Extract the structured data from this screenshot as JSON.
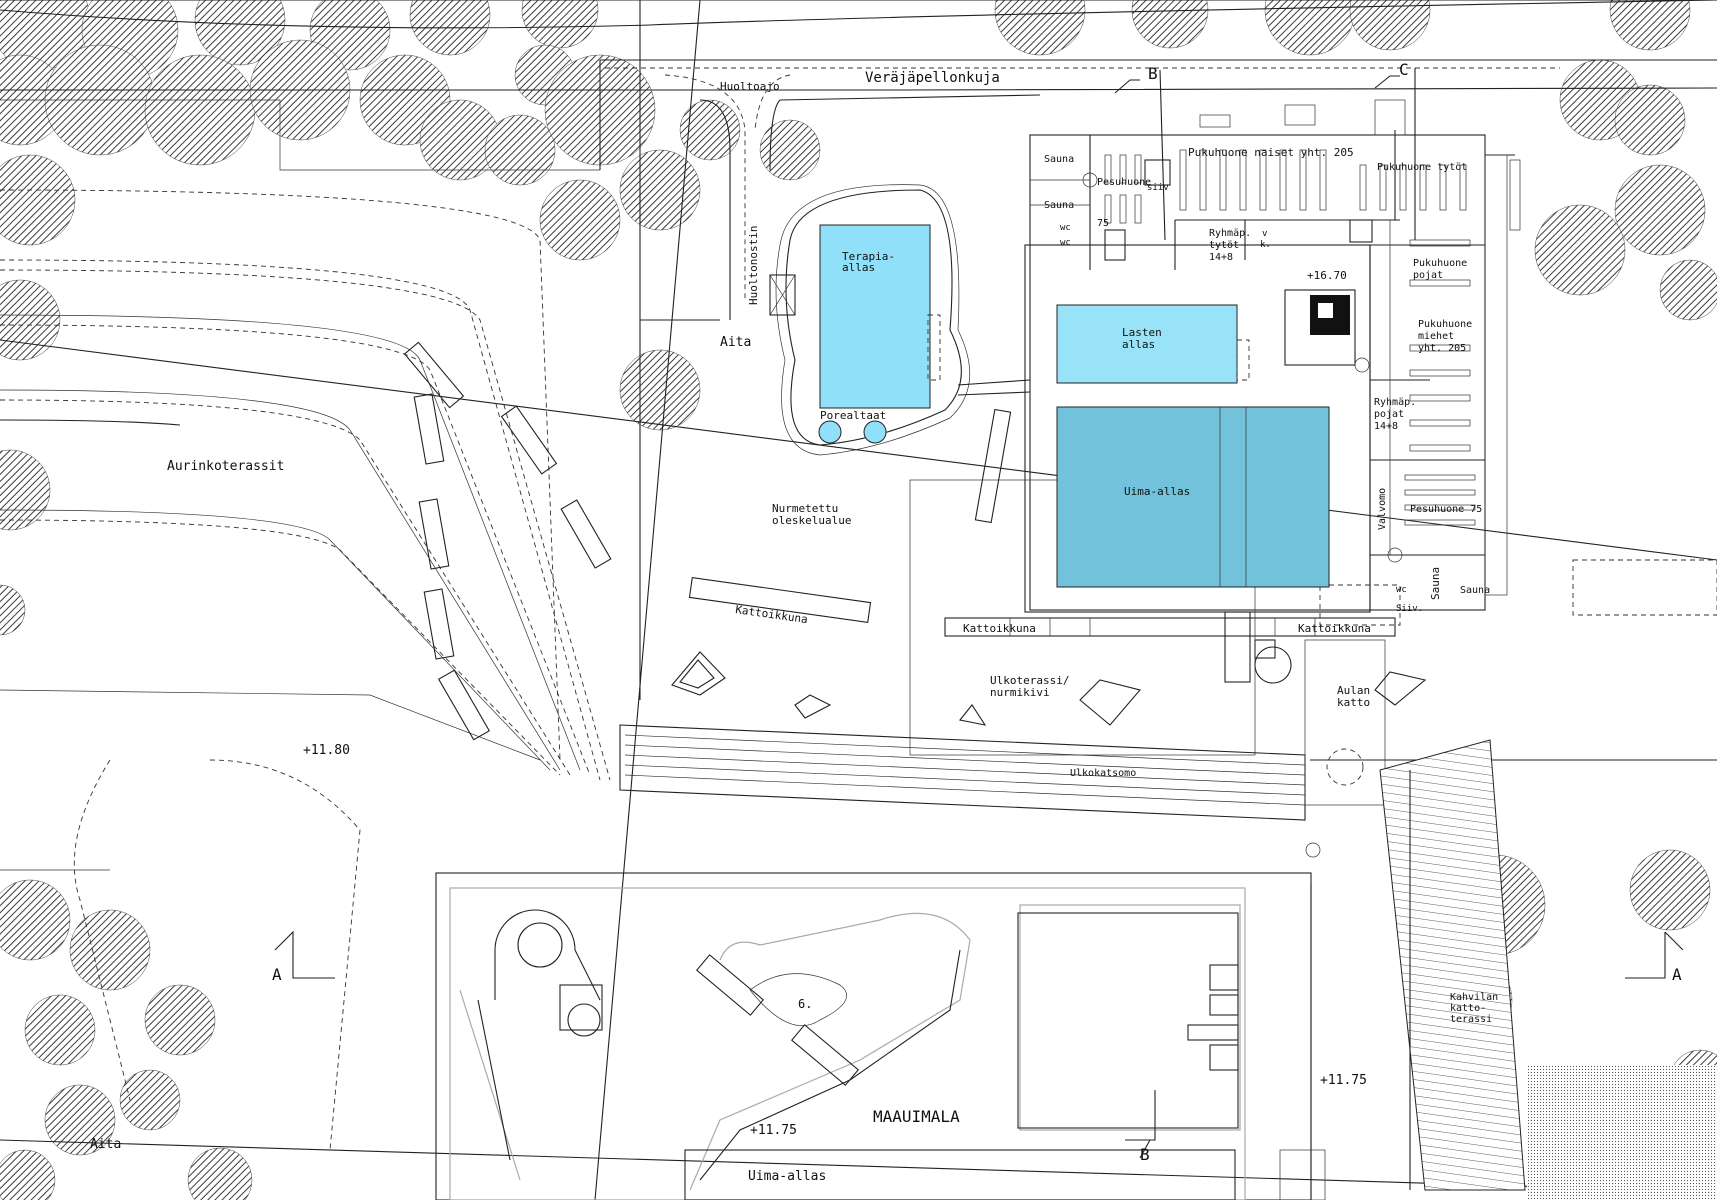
{
  "streets": {
    "main_street": "Veräjäpellonkuja",
    "service_drive": "Huoltoajo",
    "service_lift": "Huoltonostin"
  },
  "rooms": {
    "sauna_top_1": "Sauna",
    "sauna_top_2": "Sauna",
    "wc_1": "wc",
    "wc_2": "wc",
    "wash_women_1": "Pesuhuone",
    "wash_women_2": "75",
    "siiv_top": "siiv",
    "changing_women": "Pukuhuone naiset yht. 205",
    "changing_girls": "Pukuhuone tytöt",
    "group_girls_1": "Ryhmäp.",
    "group_girls_2": "tytöt",
    "group_girls_3": "14+8",
    "vk_1": "v",
    "vk_2": "k.",
    "changing_boys_1": "Pukuhuone",
    "changing_boys_2": "pojat",
    "changing_men_1": "Pukuhuone",
    "changing_men_2": "miehet",
    "changing_men_3": "yht. 205",
    "group_boys_1": "Ryhmäp.",
    "group_boys_2": "pojat",
    "group_boys_3": "14+8",
    "control": "Valvomo",
    "wash_men": "Pesuhuone 75",
    "wc_bottom": "wc",
    "siiv_bottom": "Siiv.",
    "sauna_bottom_1": "Sauna",
    "sauna_bottom_2": "Sauna"
  },
  "pools": {
    "therapy_1": "Terapia-",
    "therapy_2": "allas",
    "hot_tubs": "Porealtaat",
    "kids_1": "Lasten",
    "kids_2": "allas",
    "main": "Uima-allas",
    "outdoor_main": "Uima-allas",
    "outdoor_label": "MAAUIMALA",
    "slide_number": "6."
  },
  "outdoor": {
    "fence_1": "Aita",
    "fence_2": "Aita",
    "sun_terraces": "Aurinkoterassit",
    "lawn_1": "Nurmetettu",
    "lawn_2": "oleskelualue",
    "skylight_1": "Kattoikkuna",
    "skylight_2": "Kattoikkuna",
    "skylight_3": "Kattoikkuna",
    "terrace_1": "Ulkoterassi/",
    "terrace_2": "nurmikivi",
    "lobby_roof_1": "Aulan",
    "lobby_roof_2": "katto",
    "grandstand": "Ulkokatsomo",
    "cafe_1": "Kahvilan",
    "cafe_2": "katto-",
    "cafe_3": "terassi"
  },
  "levels": {
    "floor": "+16.70",
    "west": "+11.80",
    "south": "+11.75",
    "east": "+11.75"
  },
  "sections": {
    "a_left": "A",
    "a_right": "A",
    "b_top": "B",
    "b_bottom": "B",
    "c_top": "C"
  },
  "colors": {
    "therapy_pool": "#8fe0f8",
    "kids_pool": "#99e3f9",
    "main_pool": "#72c2dc",
    "tree_hatch": "#3a3a3a",
    "line": "#222222"
  }
}
